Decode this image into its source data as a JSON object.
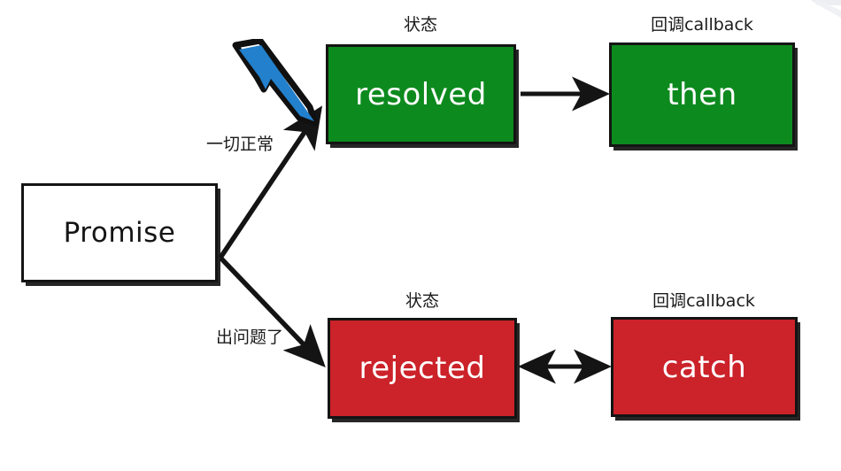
{
  "diagram": {
    "title": "Promise states and callbacks flowchart",
    "background_color": "#ffffff",
    "colors": {
      "resolved_fill": "#0d8a1e",
      "rejected_fill": "#cc2229",
      "promise_fill": "#ffffff",
      "stroke": "#141414",
      "node_text": "#ffffff",
      "promise_text": "#151515",
      "cursor_blue": "#2280cc",
      "cursor_outline": "#101010"
    },
    "nodes": {
      "promise": {
        "label": "Promise"
      },
      "resolved": {
        "label": "resolved"
      },
      "then": {
        "label": "then"
      },
      "rejected": {
        "label": "rejected"
      },
      "catch": {
        "label": "catch"
      }
    },
    "headers": {
      "state_top": "状态",
      "callback_top": "回调callback",
      "state_bottom": "状态",
      "callback_bottom": "回调callback"
    },
    "edge_labels": {
      "success": "一切正常",
      "failure": "出问题了"
    },
    "connectors": [
      {
        "name": "promise-to-resolved",
        "from": "promise",
        "to": "resolved",
        "arrowheads": "end",
        "label": "一切正常"
      },
      {
        "name": "promise-to-rejected",
        "from": "promise",
        "to": "rejected",
        "arrowheads": "end",
        "label": "出问题了"
      },
      {
        "name": "resolved-to-then",
        "from": "resolved",
        "to": "then",
        "arrowheads": "end",
        "label": ""
      },
      {
        "name": "rejected-to-catch",
        "from": "rejected",
        "to": "catch",
        "arrowheads": "both",
        "label": ""
      }
    ],
    "cursor": {
      "name": "mouse-pointer",
      "points_to": "resolved"
    }
  }
}
